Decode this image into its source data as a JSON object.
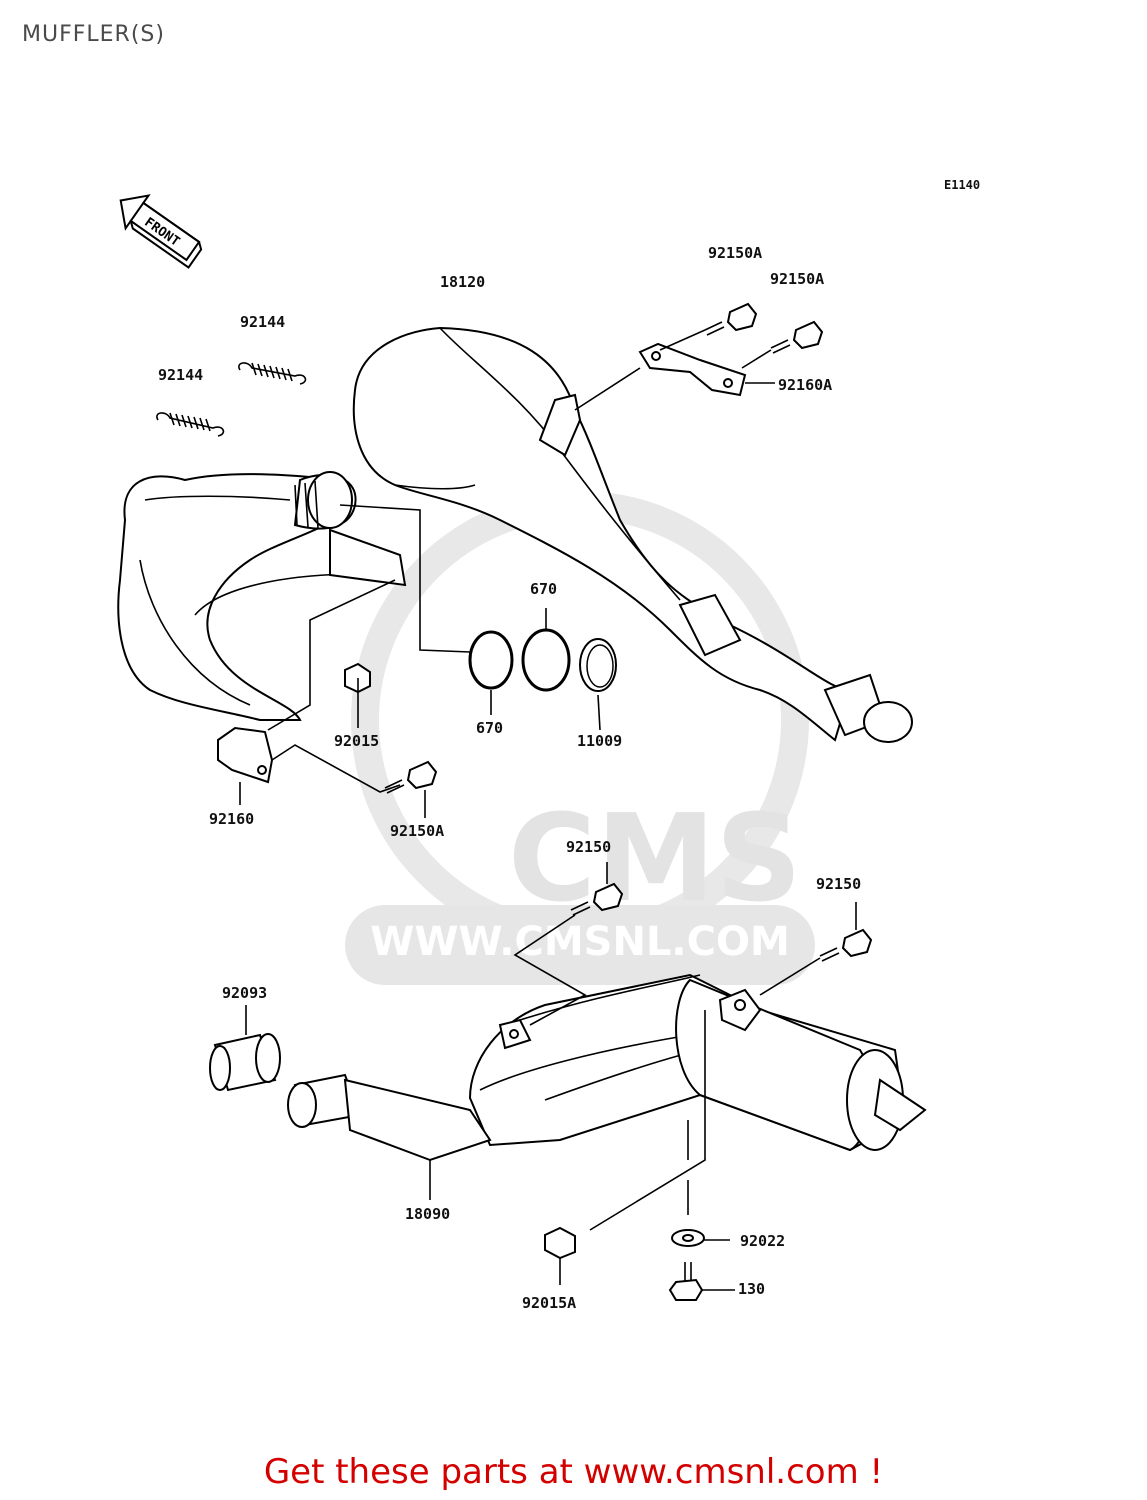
{
  "title": "MUFFLER(S)",
  "diagram_code": "E1140",
  "front_label": "FRONT",
  "watermark": {
    "brand": "CMS",
    "url": "WWW.CMSNL.COM"
  },
  "parts": {
    "p18120": "18120",
    "p92150A_1": "92150A",
    "p92150A_2": "92150A",
    "p92160A": "92160A",
    "p92144_1": "92144",
    "p92144_2": "92144",
    "p670_1": "670",
    "p670_2": "670",
    "p11009": "11009",
    "p92015": "92015",
    "p92160": "92160",
    "p92150A_3": "92150A",
    "p92150_1": "92150",
    "p92150_2": "92150",
    "p92093": "92093",
    "p18090": "18090",
    "p92022": "92022",
    "p92015A": "92015A",
    "p130": "130"
  },
  "cta": "Get these parts at www.cmsnl.com !",
  "colors": {
    "cta": "#d40000",
    "watermark": "#e6e6e6",
    "line": "#000000"
  }
}
